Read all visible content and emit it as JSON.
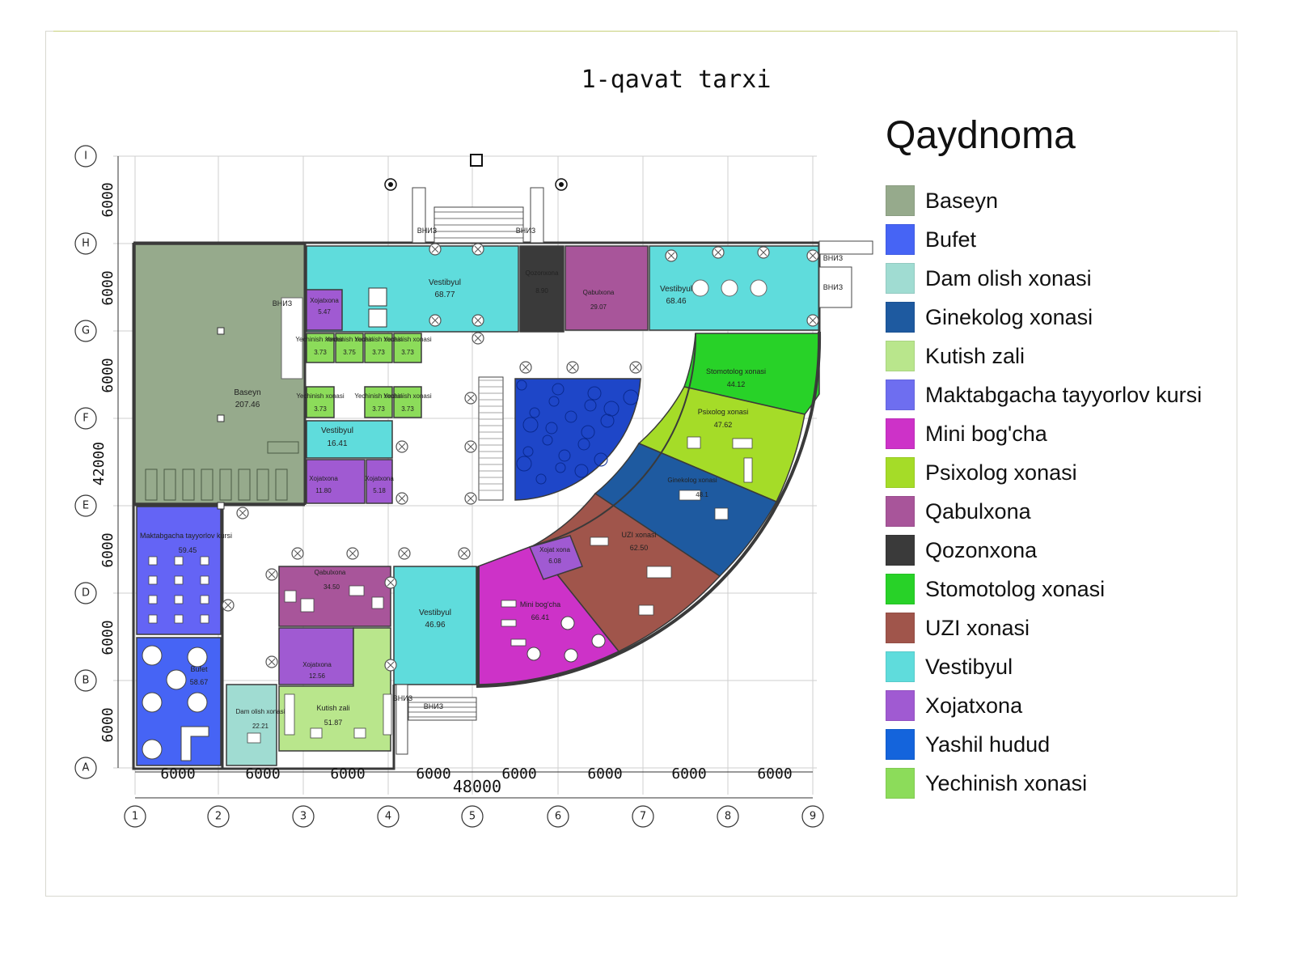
{
  "plan": {
    "title": "1-qavat tarxi",
    "axes_rows": [
      "I",
      "H",
      "G",
      "F",
      "E",
      "D",
      "B",
      "A"
    ],
    "axes_cols": [
      "1",
      "2",
      "3",
      "4",
      "5",
      "6",
      "7",
      "8",
      "9"
    ],
    "row_dims": [
      "6000",
      "6000",
      "6000",
      "6000",
      "6000",
      "6000"
    ],
    "side_total": "42000",
    "col_dims": [
      "6000",
      "6000",
      "6000",
      "6000",
      "6000",
      "6000",
      "6000",
      "6000"
    ],
    "total_width": "48000",
    "stair_labels": [
      "ВНИЗ",
      "ВНИЗ",
      "ВНИЗ",
      "ВНИЗ",
      "ВНИЗ",
      "ВНИЗ",
      "ВНИЗ"
    ]
  },
  "rooms": [
    {
      "name": "Baseyn",
      "area": "207.46",
      "color": "#96aa8c"
    },
    {
      "name": "Vestibyul",
      "area": "68.77",
      "color": "#5fdcdc"
    },
    {
      "name": "Vestibyul",
      "area": "68.46",
      "color": "#5fdcdc"
    },
    {
      "name": "Vestibyul",
      "area": "16.41",
      "color": "#5fdcdc"
    },
    {
      "name": "Vestibyul",
      "area": "46.96",
      "color": "#5fdcdc"
    },
    {
      "name": "Xojatxona",
      "area": "5.47",
      "color": "#a05ad2"
    },
    {
      "name": "Xojatxona",
      "area": "11.80",
      "color": "#a05ad2"
    },
    {
      "name": "Xojatxona",
      "area": "5.18",
      "color": "#a05ad2"
    },
    {
      "name": "Xojatxona",
      "area": "12.56",
      "color": "#a05ad2"
    },
    {
      "name": "Xojat xona",
      "area": "6.08",
      "color": "#a05ad2"
    },
    {
      "name": "Yechinish xonasi",
      "area": "3.73",
      "color": "#8cdc5a"
    },
    {
      "name": "Yechinish xonasi",
      "area": "3.75",
      "color": "#8cdc5a"
    },
    {
      "name": "Yechinish xonasi",
      "area": "3.73",
      "color": "#8cdc5a"
    },
    {
      "name": "Yechinish xonasi",
      "area": "3.73",
      "color": "#8cdc5a"
    },
    {
      "name": "Yechinish xonasi",
      "area": "3.73",
      "color": "#8cdc5a"
    },
    {
      "name": "Yechinish xonasi",
      "area": "3.73",
      "color": "#8cdc5a"
    },
    {
      "name": "Yechinish xonasi",
      "area": "3.73",
      "color": "#8cdc5a"
    },
    {
      "name": "Qozonxona",
      "area": "8.90",
      "color": "#3a3a3a"
    },
    {
      "name": "Qabulxona",
      "area": "29.07",
      "color": "#a8559a"
    },
    {
      "name": "Qabulxona",
      "area": "34.50",
      "color": "#a8559a"
    },
    {
      "name": "Stomotolog xonasi",
      "area": "44.12",
      "color": "#28d228"
    },
    {
      "name": "Psixolog xonasi",
      "area": "47.62",
      "color": "#a5dc28"
    },
    {
      "name": "Ginekolog xonasi",
      "area": "48.1",
      "color": "#1e5aa0"
    },
    {
      "name": "UZI xonasi",
      "area": "62.50",
      "color": "#a0554b"
    },
    {
      "name": "Mini bog'cha",
      "area": "66.41",
      "color": "#cd32c8"
    },
    {
      "name": "Maktabgacha tayyorlov kursi",
      "area": "59.45",
      "color": "#6464f5"
    },
    {
      "name": "Bufet",
      "area": "58.67",
      "color": "#4664f5"
    },
    {
      "name": "Dam olish xonasi",
      "area": "22.21",
      "color": "#a0dcd2"
    },
    {
      "name": "Kutish zali",
      "area": "51.87",
      "color": "#b9e68c"
    },
    {
      "name": "Yashil hudud",
      "area": "",
      "color": "#1464dc"
    }
  ],
  "legend": {
    "title": "Qaydnoma",
    "items": [
      {
        "label": "Baseyn",
        "color": "#96aa8c"
      },
      {
        "label": "Bufet",
        "color": "#4664f5"
      },
      {
        "label": "Dam olish xonasi",
        "color": "#a0dcd2"
      },
      {
        "label": "Ginekolog xonasi",
        "color": "#1e5aa0"
      },
      {
        "label": "Kutish zali",
        "color": "#b9e68c"
      },
      {
        "label": "Maktabgacha tayyorlov kursi",
        "color": "#6e6ef0"
      },
      {
        "label": "Mini bog'cha",
        "color": "#cd32c8"
      },
      {
        "label": "Psixolog xonasi",
        "color": "#a5dc28"
      },
      {
        "label": "Qabulxona",
        "color": "#a8559a"
      },
      {
        "label": "Qozonxona",
        "color": "#3a3a3a"
      },
      {
        "label": "Stomotolog xonasi",
        "color": "#28d228"
      },
      {
        "label": "UZI xonasi",
        "color": "#a0554b"
      },
      {
        "label": "Vestibyul",
        "color": "#5fdcdc"
      },
      {
        "label": "Xojatxona",
        "color": "#a05ad2"
      },
      {
        "label": "Yashil hudud",
        "color": "#1464dc"
      },
      {
        "label": "Yechinish xonasi",
        "color": "#8cdc5a"
      }
    ]
  }
}
